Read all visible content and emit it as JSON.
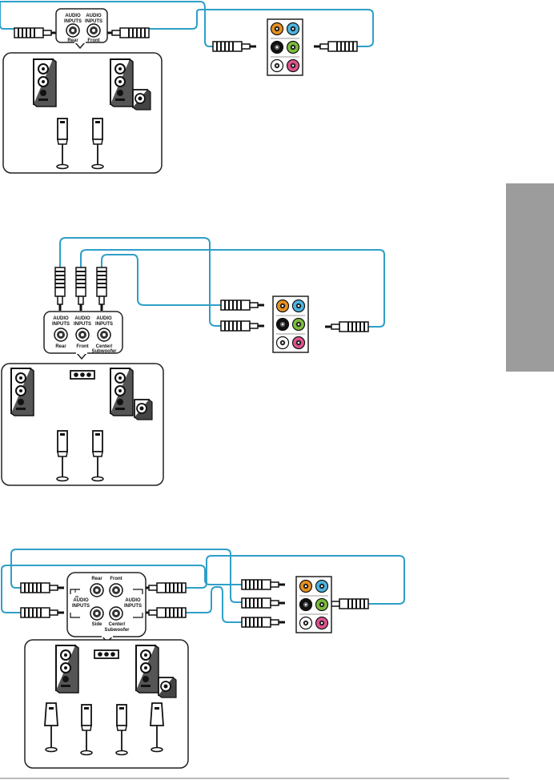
{
  "colors": {
    "cable": "#2f9fc8",
    "box_stroke": "#222222",
    "side_tab": "#9c9c9c",
    "jack_orange": "#e8901e",
    "jack_blue": "#4bb6e0",
    "jack_black": "#111111",
    "jack_green": "#7bbd3a",
    "jack_white": "#ffffff",
    "jack_pink": "#e0528f"
  },
  "jack_panel": {
    "rows": [
      [
        "orange",
        "blue"
      ],
      [
        "black",
        "green"
      ],
      [
        "white",
        "pink"
      ]
    ]
  },
  "diagram1": {
    "jack_labels": [
      {
        "top": "AUDIO",
        "mid": "INPUTS",
        "bottom": "Rear"
      },
      {
        "top": "AUDIO",
        "mid": "INPUTS",
        "bottom": "Front"
      }
    ]
  },
  "diagram2": {
    "jack_labels": [
      {
        "top": "AUDIO",
        "mid": "INPUTS",
        "bottom": "Rear",
        "bottom2": ""
      },
      {
        "top": "AUDIO",
        "mid": "INPUTS",
        "bottom": "Front",
        "bottom2": ""
      },
      {
        "top": "AUDIO",
        "mid": "INPUTS",
        "bottom": "Center/",
        "bottom2": "Subwoofer"
      }
    ]
  },
  "diagram3": {
    "label_rear": "Rear",
    "label_front": "Front",
    "label_side": "Side",
    "label_center": "Center/",
    "label_sub": "Subwoofer",
    "audio_left_top": "AUDIO",
    "audio_left_bottom": "INPUTS",
    "audio_right_top": "AUDIO",
    "audio_right_bottom": "INPUTS"
  }
}
